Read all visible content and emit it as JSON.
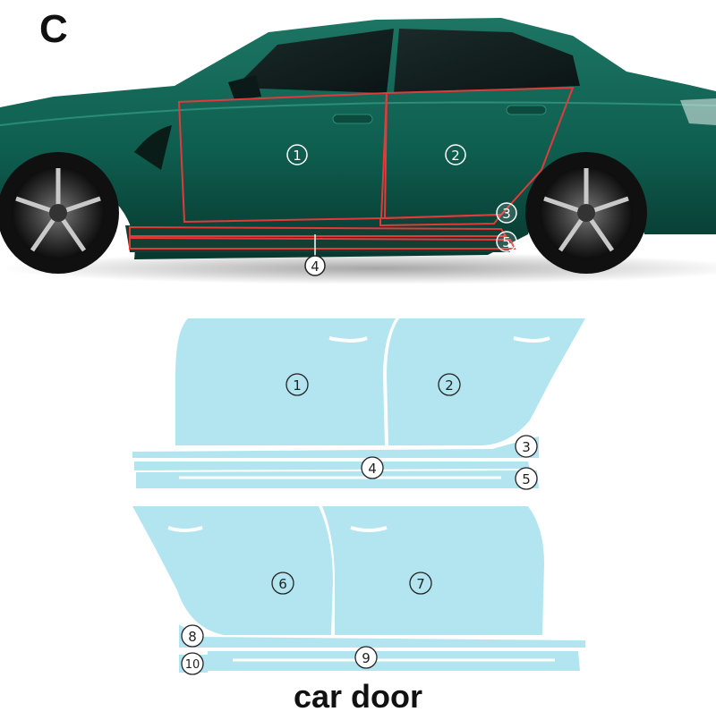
{
  "variant_label": "C",
  "caption": "car door",
  "colors": {
    "car_body": "#0e5e4f",
    "car_body_light": "#1f7c69",
    "outline": "#e23a3a",
    "film": "#b3e5f0",
    "film_edge": "#ffffff",
    "number_stroke": "#222222"
  },
  "car_markers": [
    {
      "num": "1"
    },
    {
      "num": "2"
    },
    {
      "num": "3"
    },
    {
      "num": "4"
    },
    {
      "num": "5"
    }
  ],
  "film_pieces_upper": [
    {
      "num": "1"
    },
    {
      "num": "2"
    },
    {
      "num": "3"
    },
    {
      "num": "4"
    },
    {
      "num": "5"
    }
  ],
  "film_pieces_lower": [
    {
      "num": "6"
    },
    {
      "num": "7"
    },
    {
      "num": "8"
    },
    {
      "num": "9"
    },
    {
      "num": "10"
    }
  ]
}
